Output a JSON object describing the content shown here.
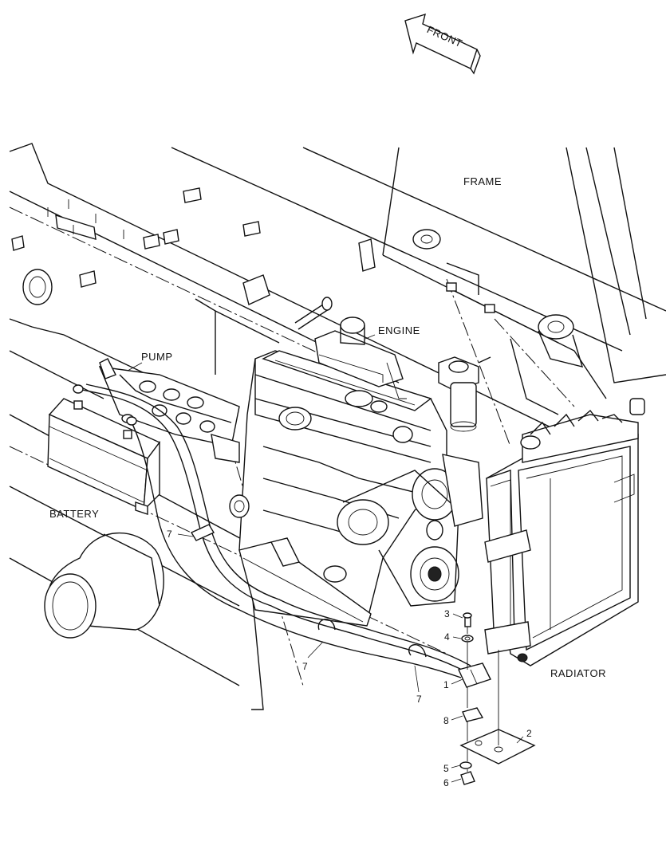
{
  "diagram": {
    "direction_arrow": "FRONT",
    "labels": {
      "frame": "FRAME",
      "engine": "ENGINE",
      "pump": "PUMP",
      "battery": "BATTERY",
      "radiator": "RADIATOR"
    },
    "callouts": [
      "1",
      "2",
      "3",
      "4",
      "5",
      "6",
      "7",
      "7",
      "7",
      "8"
    ],
    "colors": {
      "line": "#111111",
      "background": "#ffffff"
    }
  }
}
